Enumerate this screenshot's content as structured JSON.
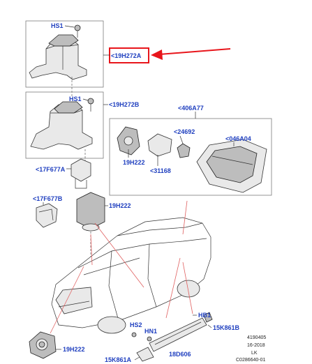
{
  "labels": {
    "hs1_top": "HS1",
    "callout_19h272a": "<19H272A",
    "hs1_mid": "HS1",
    "callout_19h272b": "<19H272B",
    "callout_406a77": "<406A77",
    "callout_24692": "<24692",
    "callout_046a04": "<046A04",
    "callout_19h222_box": "19H222",
    "callout_31168": "<31168",
    "callout_17f677a": "<17F677A",
    "callout_17f677b": "<17F677B",
    "callout_19h222_sensor": "19H222",
    "callout_hb1": "HB1",
    "callout_hs2": "HS2",
    "callout_hn1": "HN1",
    "callout_15k861b": "15K861B",
    "callout_18d606": "18D606",
    "callout_15k861a": "15K861A",
    "callout_19h222_bottom": "19H222"
  },
  "meta": {
    "ref_number": "4190405",
    "date": "16-2018",
    "region": "LK",
    "illustration_code": "C0286640-01"
  },
  "colors": {
    "label_blue": "#1f3fbf",
    "highlight_red": "#e8151b"
  }
}
